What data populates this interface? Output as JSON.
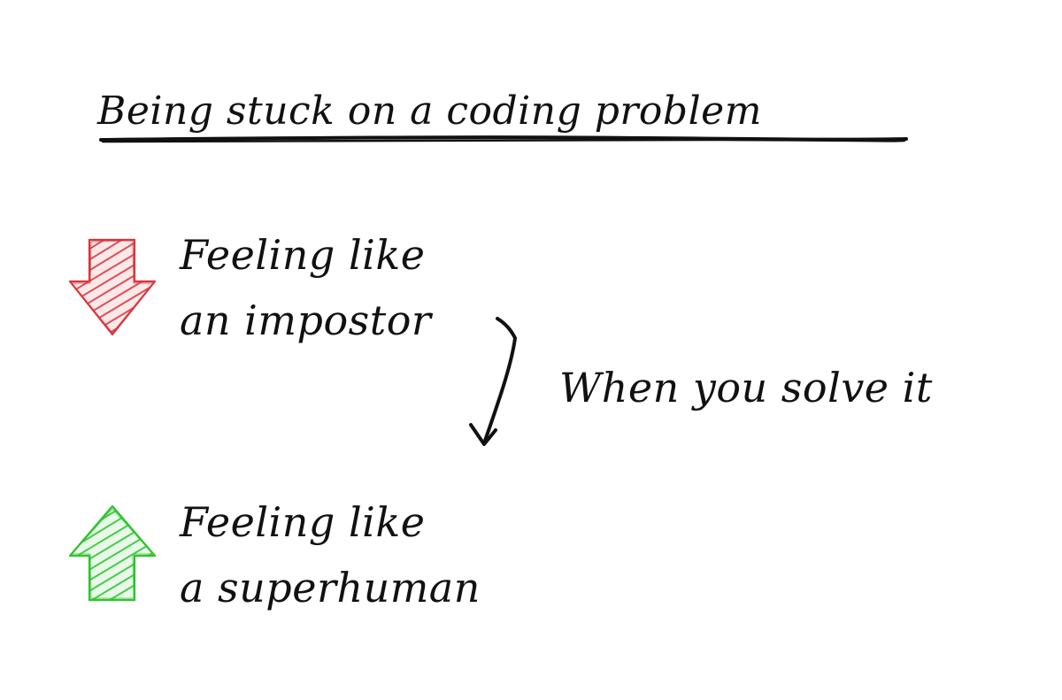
{
  "title": "Being stuck on a coding problem",
  "impostor": {
    "line1": "Feeling like",
    "line2": "an impostor",
    "icon": "down-arrow-icon",
    "color": "#d9363e"
  },
  "transition": {
    "label": "When you solve it",
    "icon": "curved-arrow-icon"
  },
  "superhuman": {
    "line1": "Feeling like",
    "line2": "a superhuman",
    "icon": "up-arrow-icon",
    "color": "#2ec42e"
  }
}
